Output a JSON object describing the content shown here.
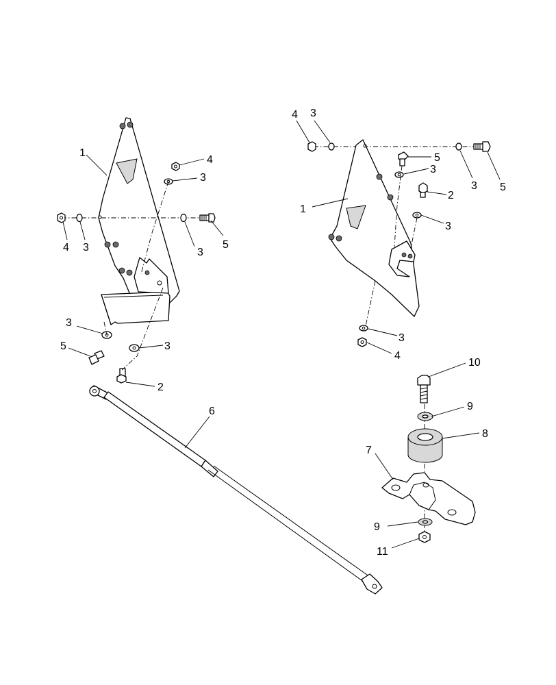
{
  "diagram": {
    "callouts": {
      "l_bracket": "1",
      "l_nut_top": "4",
      "l_washer_top": "3",
      "l_nut_left": "4",
      "l_washer_left": "3",
      "l_washer_right": "3",
      "l_bolt_right": "5",
      "l_washer_low1": "3",
      "l_bolt_low": "5",
      "l_washer_low2": "3",
      "l_stud": "2",
      "strut": "6",
      "r_nut_top": "4",
      "r_washer_top": "3",
      "r_bolt_a": "5",
      "r_washer_a": "3",
      "r_washer_right": "3",
      "r_bolt_right": "5",
      "r_stud": "2",
      "r_washer_b": "3",
      "r_bracket": "1",
      "r_washer_bottom": "3",
      "r_nut_bottom": "4",
      "bolt_10": "10",
      "washer_9_top": "9",
      "bushing": "8",
      "bracket_7": "7",
      "washer_9_bottom": "9",
      "nut_11": "11"
    }
  }
}
